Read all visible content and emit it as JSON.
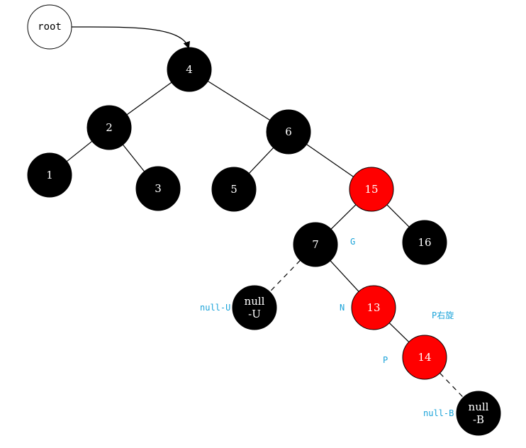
{
  "colors": {
    "black_node": "#000000",
    "red_node": "#ff0000",
    "root_fill": "#ffffff",
    "annotation": "#1aa3d9",
    "node_text": "#ffffff"
  },
  "root": {
    "label": "root"
  },
  "nodes": [
    {
      "id": "n4",
      "label": "4",
      "color": "black"
    },
    {
      "id": "n2",
      "label": "2",
      "color": "black"
    },
    {
      "id": "n6",
      "label": "6",
      "color": "black"
    },
    {
      "id": "n1",
      "label": "1",
      "color": "black"
    },
    {
      "id": "n3",
      "label": "3",
      "color": "black"
    },
    {
      "id": "n5",
      "label": "5",
      "color": "black"
    },
    {
      "id": "n15",
      "label": "15",
      "color": "red"
    },
    {
      "id": "n7",
      "label": "7",
      "color": "black"
    },
    {
      "id": "n16",
      "label": "16",
      "color": "black"
    },
    {
      "id": "nU",
      "label": "null\n-U",
      "color": "black"
    },
    {
      "id": "n13",
      "label": "13",
      "color": "red"
    },
    {
      "id": "n14",
      "label": "14",
      "color": "red"
    },
    {
      "id": "nB",
      "label": "null\n-B",
      "color": "black"
    }
  ],
  "edges": [
    {
      "from": "n4",
      "to": "n2",
      "style": "solid"
    },
    {
      "from": "n4",
      "to": "n6",
      "style": "solid"
    },
    {
      "from": "n2",
      "to": "n1",
      "style": "solid"
    },
    {
      "from": "n2",
      "to": "n3",
      "style": "solid"
    },
    {
      "from": "n6",
      "to": "n5",
      "style": "solid"
    },
    {
      "from": "n6",
      "to": "n15",
      "style": "solid"
    },
    {
      "from": "n15",
      "to": "n7",
      "style": "solid"
    },
    {
      "from": "n15",
      "to": "n16",
      "style": "solid"
    },
    {
      "from": "n7",
      "to": "nU",
      "style": "dashed"
    },
    {
      "from": "n7",
      "to": "n13",
      "style": "solid"
    },
    {
      "from": "n13",
      "to": "n14",
      "style": "solid"
    },
    {
      "from": "n14",
      "to": "nB",
      "style": "dashed"
    }
  ],
  "annotations": {
    "g": "G",
    "null_u": "null-U",
    "n": "N",
    "p_rotate": "P右旋",
    "p": "P",
    "null_b": "null-B"
  }
}
